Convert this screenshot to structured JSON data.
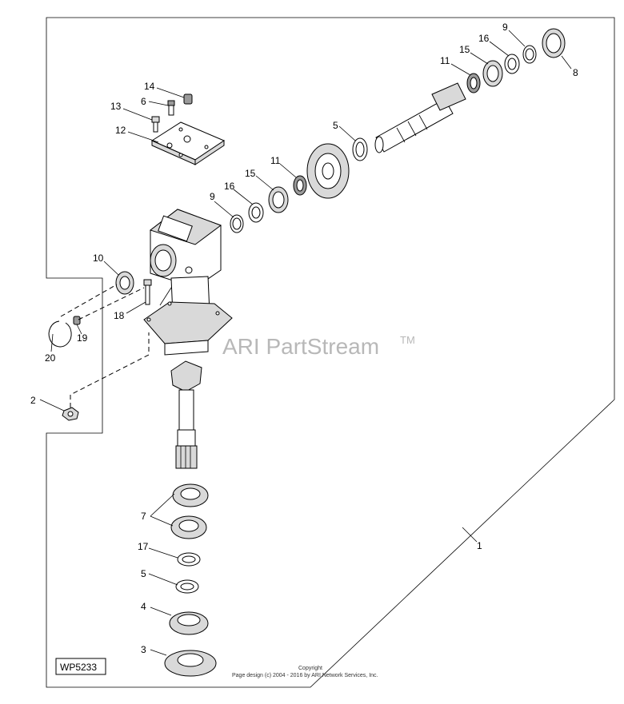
{
  "diagram_code": "WP5233",
  "watermark": {
    "brand": "ARI PartStream",
    "trademark": "TM"
  },
  "copyright": {
    "line1": "Copyright",
    "line2": "Page design (c) 2004 - 2016 by ARI Network Services, Inc."
  },
  "callouts": {
    "c1": "1",
    "c2": "2",
    "c3": "3",
    "c4": "4",
    "c5a": "5",
    "c5b": "5",
    "c6": "6",
    "c7": "7",
    "c8": "8",
    "c9a": "9",
    "c9b": "9",
    "c10": "10",
    "c11a": "11",
    "c11b": "11",
    "c12": "12",
    "c13": "13",
    "c14": "14",
    "c15a": "15",
    "c15b": "15",
    "c16a": "16",
    "c16b": "16",
    "c17": "17",
    "c18": "18",
    "c19": "19",
    "c20": "20"
  }
}
